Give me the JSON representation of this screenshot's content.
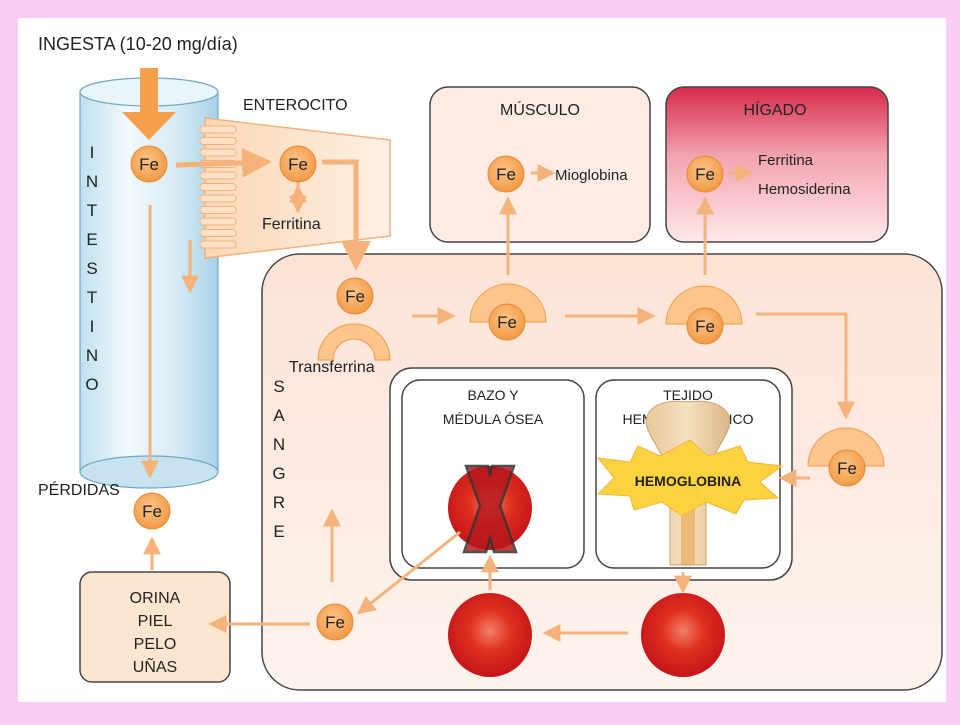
{
  "intake": "INGESTA (10-20 mg/día)",
  "intestine_letters": [
    "I",
    "N",
    "T",
    "E",
    "S",
    "T",
    "I",
    "N",
    "O"
  ],
  "enterocyte": "ENTEROCITO",
  "ferritin": "Ferritina",
  "fe": "Fe",
  "muscle": {
    "title": "MÚSCULO",
    "product": "Mioglobina"
  },
  "liver": {
    "title": "HÍGADO",
    "product1": "Ferritina",
    "product2": "Hemosiderina"
  },
  "transferrin": "Transferrina",
  "blood_letters": [
    "S",
    "A",
    "N",
    "G",
    "R",
    "E"
  ],
  "spleen": {
    "line1": "BAZO Y",
    "line2": "MÉDULA ÓSEA"
  },
  "hema": {
    "line1": "TEJIDO",
    "line2": "HEMATOPOYÉTICO",
    "burst": "HEMOGLOBINA"
  },
  "losses": "PÉRDIDAS",
  "excretion": [
    "ORINA",
    "PIEL",
    "PELO",
    "UÑAS"
  ],
  "colors": {
    "background": "#f9cdf3",
    "iron": "#f6a04d",
    "arrow": "#f5b27a",
    "red_cell": "#d9201c",
    "liver_top": "#d62a4b"
  }
}
